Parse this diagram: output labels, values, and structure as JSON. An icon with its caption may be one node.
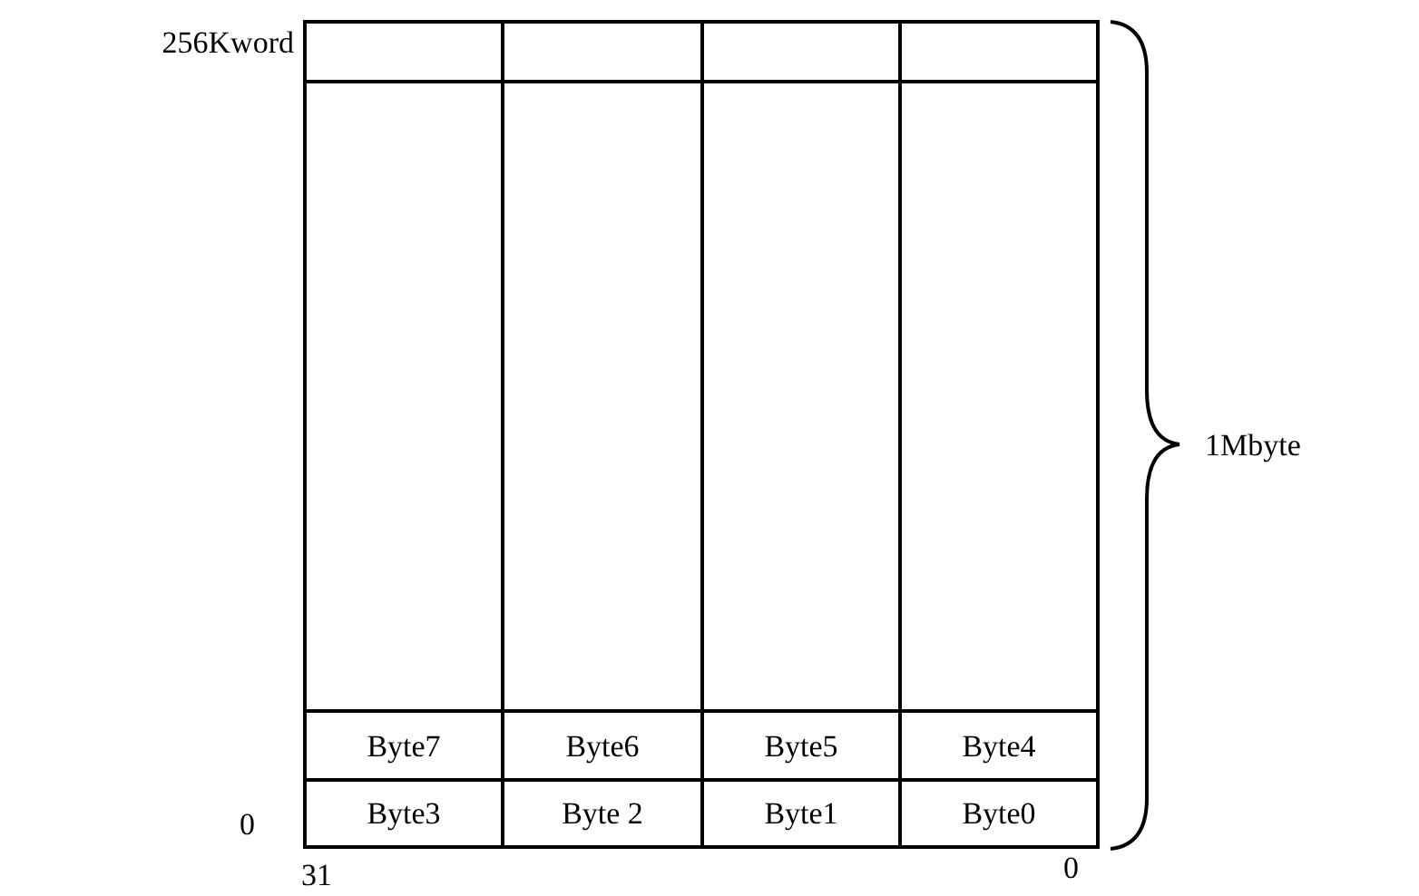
{
  "diagram": {
    "labels": [
      "256Kword",
      "1Mbyte",
      "Byte7",
      "Byte6",
      "Byte5",
      "Byte4",
      "0",
      "Byte3",
      "Byte 2",
      "Byte1",
      "Byte0",
      "31",
      "0"
    ]
  }
}
